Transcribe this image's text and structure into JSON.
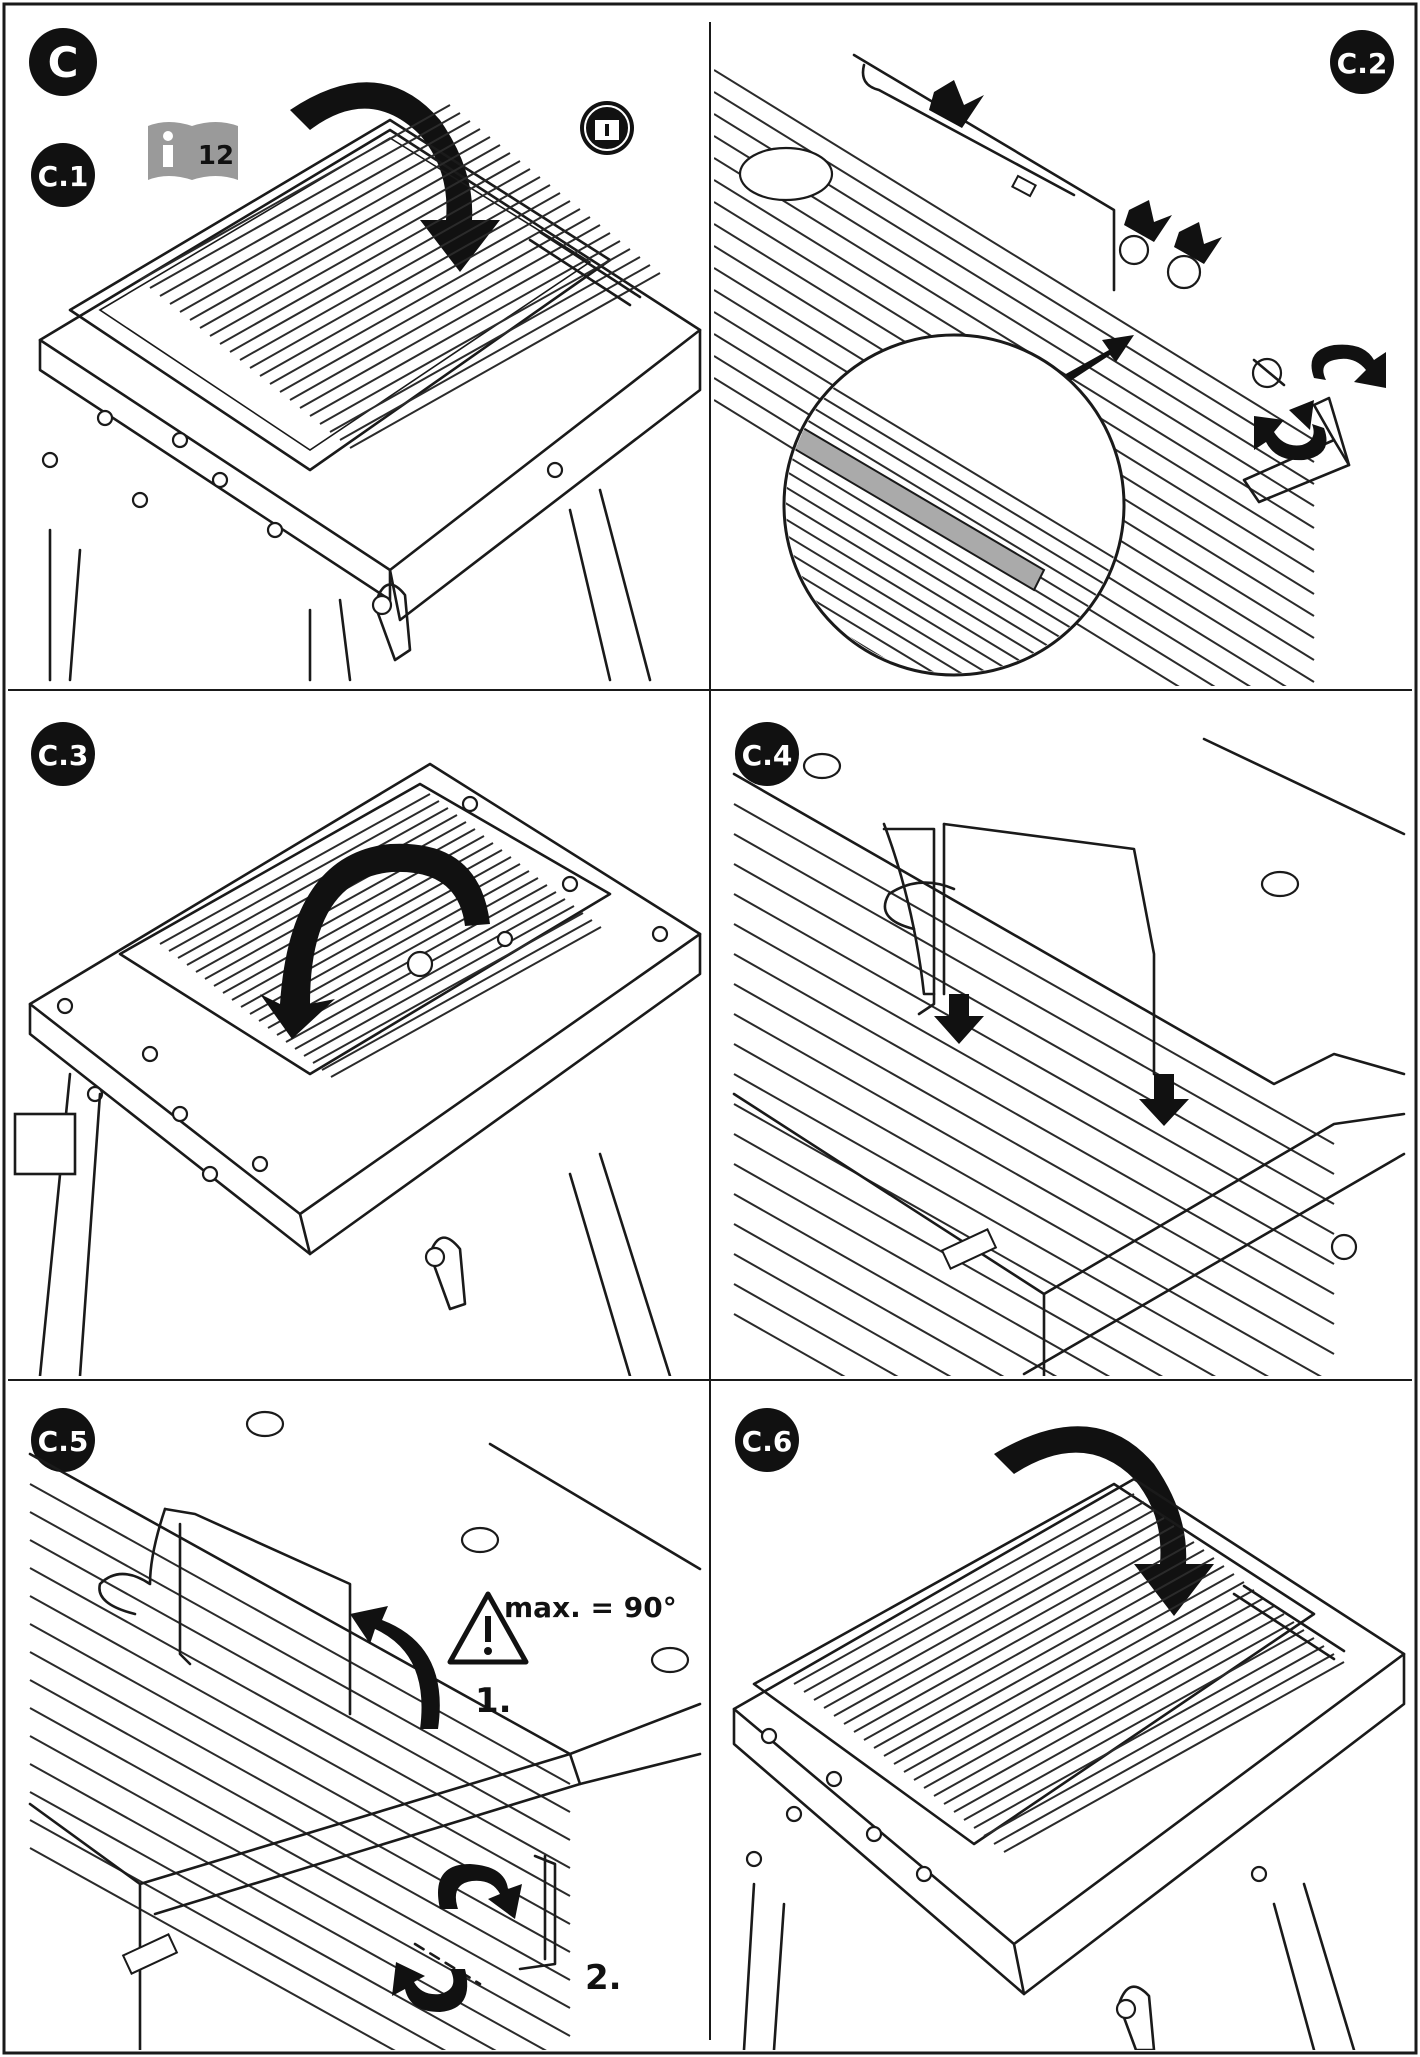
{
  "document": {
    "section_badge": "C",
    "panels": [
      {
        "id": "c1",
        "badge": "C.1",
        "manual_ref": "12"
      },
      {
        "id": "c2",
        "badge": "C.2"
      },
      {
        "id": "c3",
        "badge": "C.3"
      },
      {
        "id": "c4",
        "badge": "C.4"
      },
      {
        "id": "c5",
        "badge": "C.5",
        "warning": "max. = 90°",
        "step1": "1.",
        "step2": "2."
      },
      {
        "id": "c6",
        "badge": "C.6"
      }
    ]
  },
  "colors": {
    "ink": "#1a1a1a",
    "badge": "#111111",
    "icon_gray": "#9a9a9a",
    "background": "#ffffff"
  },
  "icons": [
    "info-book-icon",
    "manual-info-icon",
    "warning-triangle-icon",
    "rotate-arrow-icon",
    "hex-key-icon",
    "magnifier-circle-icon"
  ]
}
